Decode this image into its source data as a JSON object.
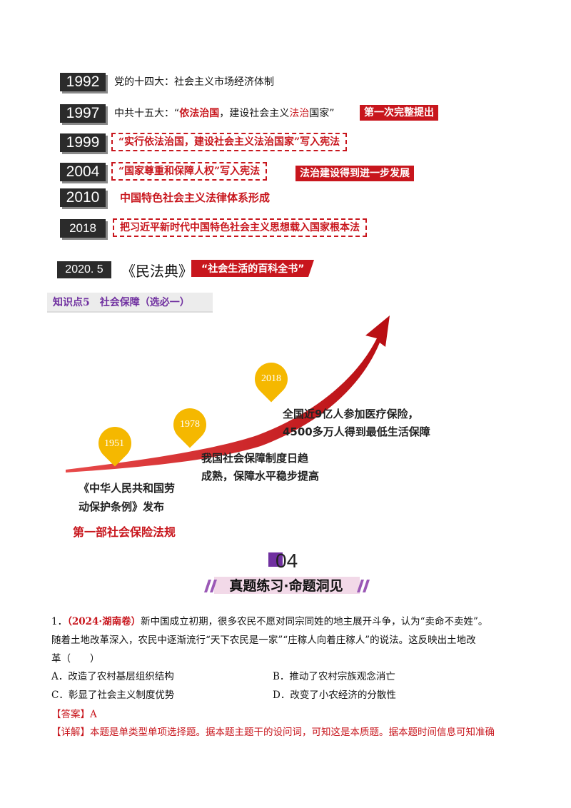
{
  "timeline": [
    {
      "year": "1992",
      "text": "党的十四大：社会主义市场经济体制"
    },
    {
      "year": "1997",
      "pre": "中共十五大：“",
      "hl1": "依法治国",
      "mid": "，建设社会主义",
      "hl2": "法治",
      "post": "国家”",
      "tag": "第一次完整提出"
    },
    {
      "year": "1999",
      "dashed": "“实行依法治国，建设社会主义法治国家”写入宪法"
    },
    {
      "year": "2004",
      "dashed": "“国家尊重和保障人权”写入宪法",
      "tag": "法治建设得到进一步发展"
    },
    {
      "year": "2010",
      "text": "中国特色社会主义法律体系形成"
    },
    {
      "year": "2018",
      "dashed": "把习近平新时代中国特色社会主义思想载入国家根本法"
    }
  ],
  "civil_code": {
    "year": "2020. 5",
    "title": "《民法典》",
    "tag": "“社会生活的百科全书”"
  },
  "knowledge_point": "知识点5　社会保障（选必一）",
  "social_security": {
    "markers": [
      "1951",
      "1978",
      "2018"
    ],
    "note_1951_line1": "《中华人民共和国劳",
    "note_1951_line2": "动保护条例》发布",
    "note_1951_red": "第一部社会保险法规",
    "note_1978_line1": "我国社会保障制度日趋",
    "note_1978_line2": "成熟，保障水平稳步提高",
    "note_2018_line1": "全国近9亿人参加医疗保险，",
    "note_2018_line2": "4500多万人得到最低生活保障"
  },
  "section": {
    "number": "04",
    "title": "真题练习·命题洞见"
  },
  "question": {
    "number": "1．",
    "source": "（2024·湖南卷）",
    "line1": "新中国成立初期，很多农民不愿对同宗同姓的地主展开斗争，认为“卖命不卖姓”。",
    "line2": "随着土地改革深入，农民中逐渐流行“天下农民是一家”“庄稼人向着庄稼人”的说法。这反映出土地改",
    "line3": "革（　　）",
    "options": [
      "A．改造了农村基层组织结构",
      "B．推动了农村宗族观念消亡",
      "C．彰显了社会主义制度优势",
      "D．改变了小农经济的分散性"
    ],
    "answer_label": "【答案】A",
    "detail_label": "【详解】本题是单类型单项选择题。据本题主题干的设问词，可知这是本质题。据本题时间信息可知准确"
  }
}
